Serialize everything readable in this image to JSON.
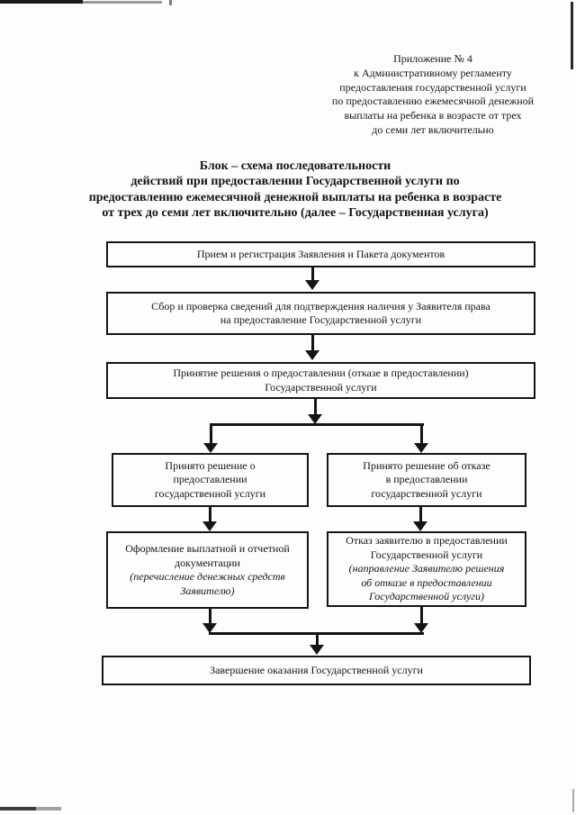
{
  "document": {
    "appendix_note": {
      "lines": [
        "Приложение № 4",
        "к Административному регламенту",
        "предоставления государственной услуги",
        "по предоставлению ежемесячной денежной",
        "выплаты на ребенка в возрасте от трех",
        "до семи лет включительно"
      ]
    },
    "title": {
      "lines": [
        "Блок – схема последовательности",
        "действий при предоставлении Государственной услуги по",
        "предоставлению ежемесячной денежной выплаты на ребенка в возрасте",
        "от трех до семи лет включительно (далее – Государственная услуга)"
      ]
    },
    "flowchart": {
      "box_receive": {
        "lines": [
          "Прием и регистрация Заявления и Пакета документов"
        ]
      },
      "box_collect": {
        "lines": [
          "Сбор и проверка сведений для подтверждения наличия у Заявителя права",
          "на предоставление Государственной услуги"
        ]
      },
      "box_decision": {
        "lines": [
          "Принятие решения о предоставлении (отказе в предоставлении)",
          "Государственной услуги"
        ]
      },
      "box_approved": {
        "lines": [
          "Принято решение о",
          "предоставлении",
          "государственной услуги"
        ]
      },
      "box_refused": {
        "lines": [
          "Принято решение об отказе",
          "в предоставлении",
          "государственной услуги"
        ]
      },
      "box_payment": {
        "lines": [
          "Оформление выплатной и отчетной",
          "документации"
        ],
        "italic_lines": [
          "(перечисление денежных средств",
          "Заявителю)"
        ]
      },
      "box_refusal_notice": {
        "lines": [
          "Отказ заявителю в предоставлении",
          "Государственной услуги"
        ],
        "italic_lines": [
          "(направление Заявителю решения",
          "об отказе в предоставлении",
          "Государственной услуги)"
        ]
      },
      "box_complete": {
        "lines": [
          "Завершение оказания Государственной услуги"
        ]
      }
    },
    "colors": {
      "ink": "#141414",
      "paper": "#fdfdfd"
    }
  }
}
